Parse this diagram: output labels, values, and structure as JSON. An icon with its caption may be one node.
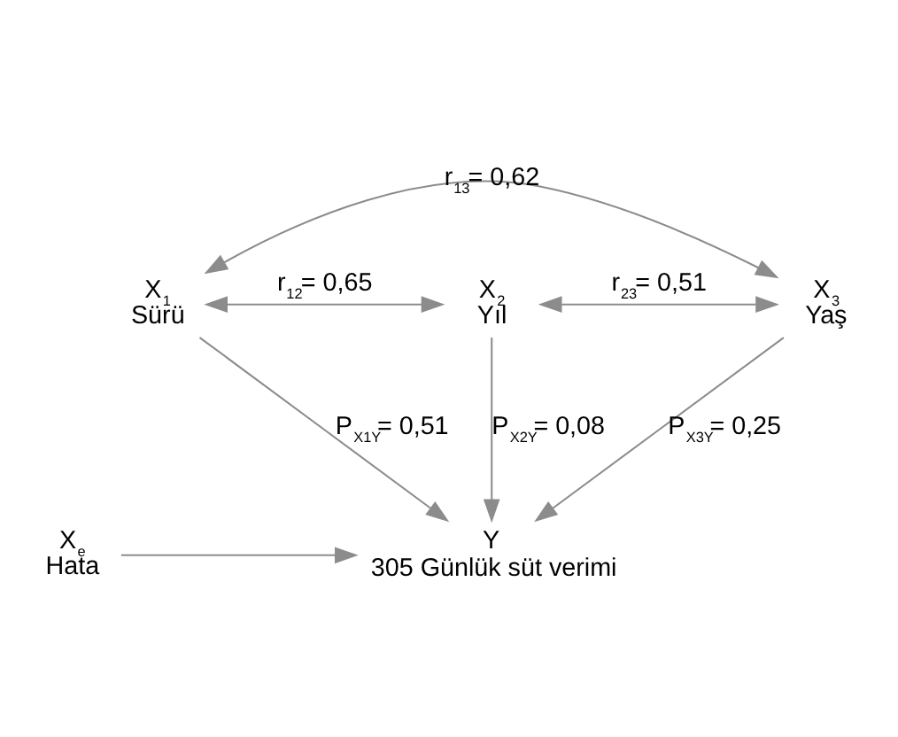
{
  "diagram": {
    "nodes": [
      {
        "text": [
          "X$_{1}$",
          "Sürü"
        ]
      },
      {
        "text": [
          "X$_{2}$",
          "Yıl"
        ]
      },
      {
        "text": [
          "X$_{3}$",
          "Yaş"
        ]
      },
      {
        "text": [
          "Y",
          "305 Günlük süt verimi"
        ]
      },
      {
        "text": [
          "X$_{e}$",
          "Hata"
        ]
      }
    ],
    "edges": [
      {
        "from": 0,
        "to": 2,
        "arrow": "both",
        "label": "r$_{13}$= 0,62"
      },
      {
        "from": 0,
        "to": 1,
        "arrow": "both",
        "label": "r$_{12}$= 0,65"
      },
      {
        "from": 1,
        "to": 2,
        "arrow": "both",
        "label": "r$_{23}$= 0,51"
      },
      {
        "from": 0,
        "to": 3,
        "arrow": "to",
        "label": "P$_{X1Y}$= 0,51"
      },
      {
        "from": 1,
        "to": 3,
        "arrow": "to",
        "label": "P$_{X2Y}$= 0,08"
      },
      {
        "from": 2,
        "to": 3,
        "arrow": "to",
        "label": "P$_{X3Y}$= 0,25"
      },
      {
        "from": 4,
        "to": 3,
        "arrow": "to"
      }
    ]
  }
}
